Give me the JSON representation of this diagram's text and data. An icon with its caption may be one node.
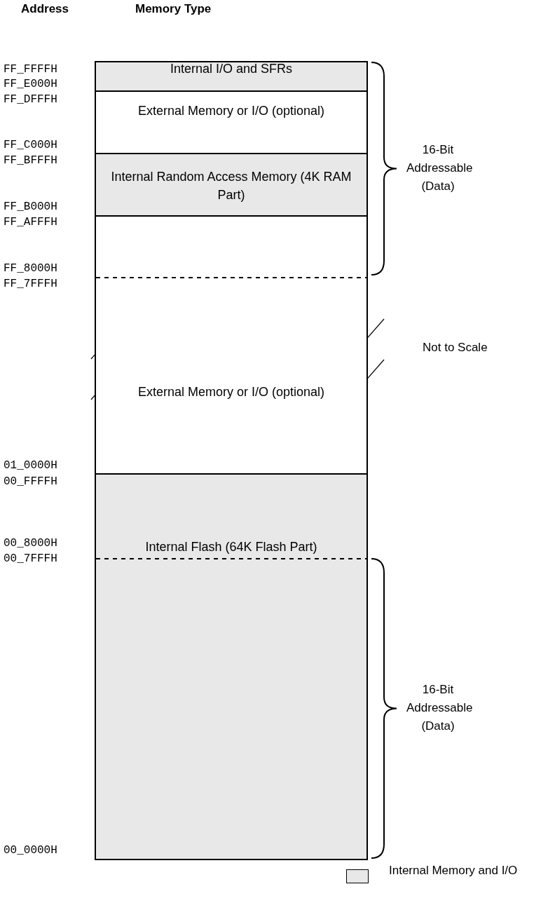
{
  "diagram": {
    "nodes": [
      {
        "text": [
          "Internal I/O and SFRs"
        ]
      },
      {
        "text": [
          "External Memory or I/O (optional)"
        ]
      },
      {
        "text": [
          "Internal Random Access Memory (4K RAM Part)"
        ]
      },
      {
        "text": [
          "External Memory or I/O (optional)"
        ]
      },
      {
        "text": [
          "Internal Flash (64K Flash Part)"
        ]
      }
    ],
    "labels": [
      "Address",
      "Memory Type",
      "FF_FFFFH",
      "FF_E000H",
      "FF_DFFFH",
      "FF_C000H",
      "16-Bit Addressable (Data)",
      "FF_BFFFH",
      "FF_B000H",
      "FF_AFFFH",
      "FF_8000H",
      "FF_7FFFH",
      "Not to Scale",
      "01_0000H",
      "00_FFFFH",
      "00_8000H",
      "00_7FFFH",
      "16-Bit Addressable (Data)",
      "00_0000H"
    ],
    "legend": [
      {
        "text": "Internal Memory and I/O",
        "color": "#e8e8e8"
      }
    ]
  }
}
